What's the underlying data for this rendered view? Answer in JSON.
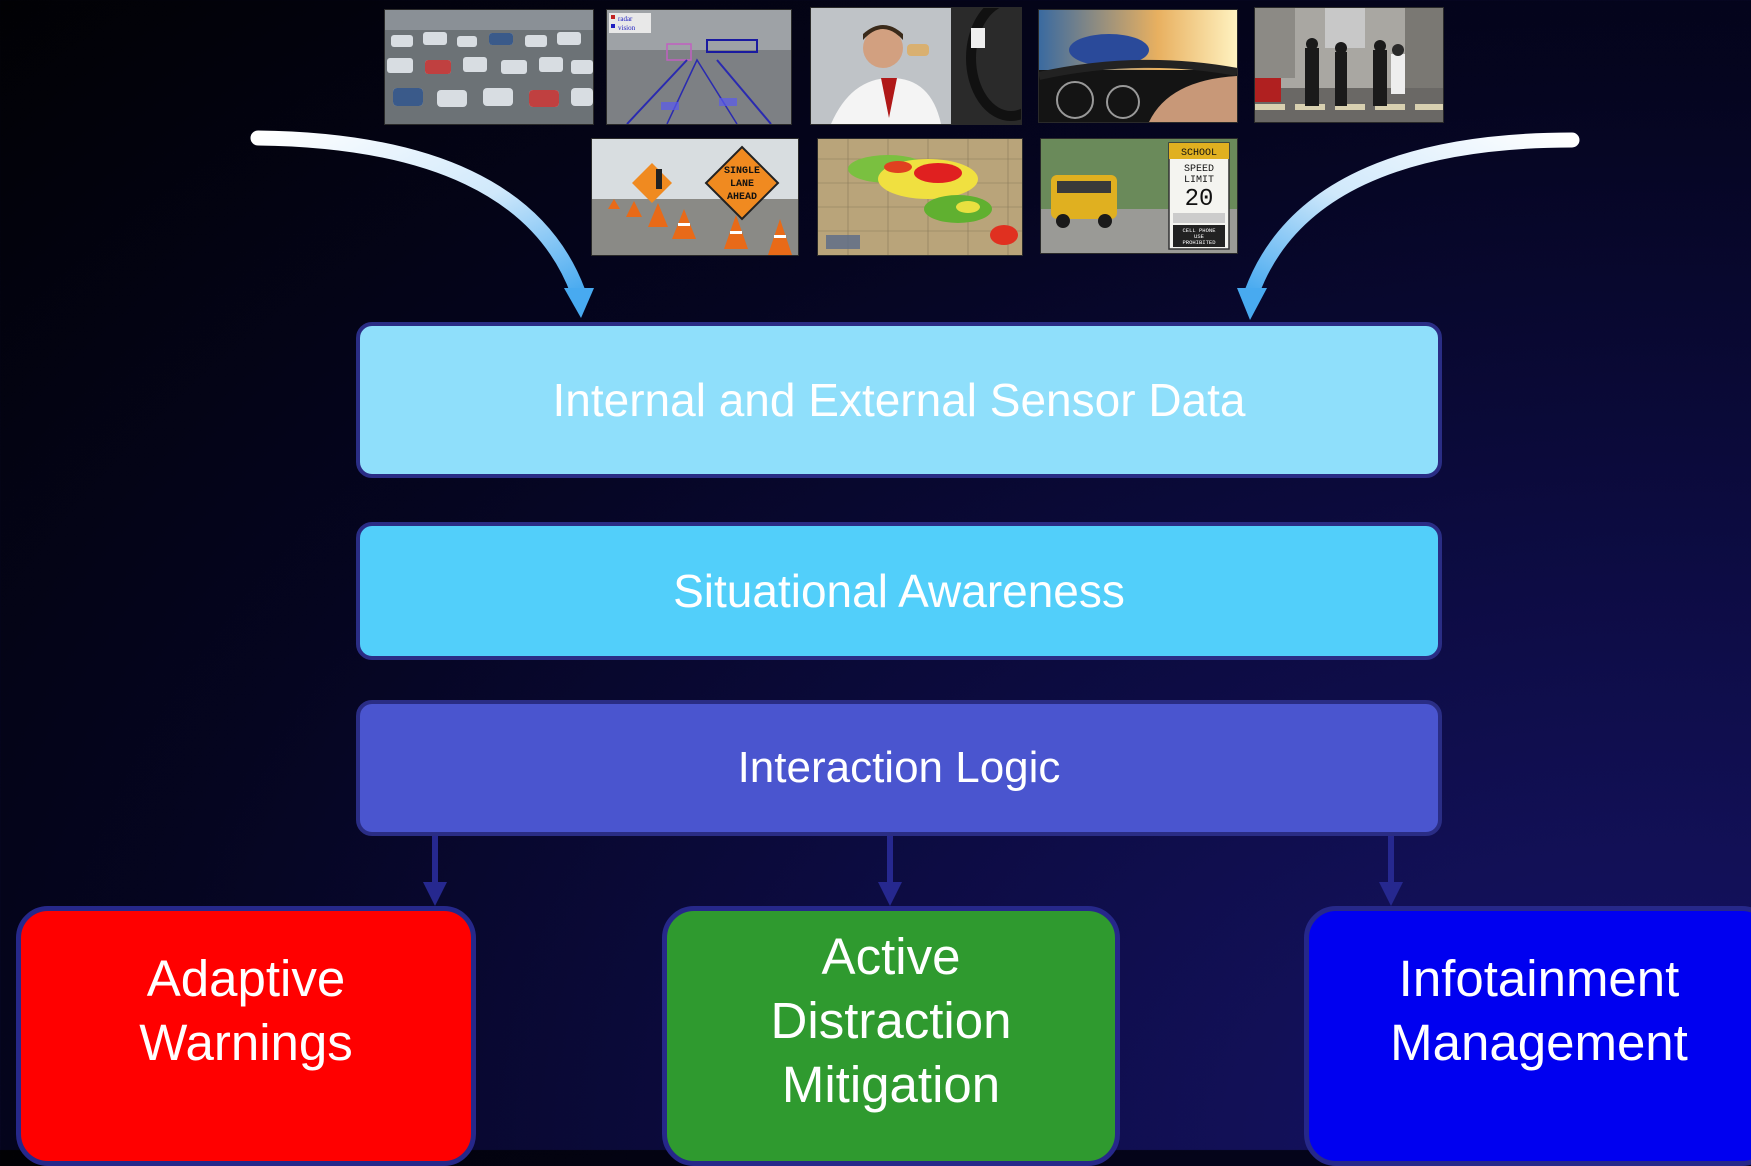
{
  "inputs": {
    "photos": [
      {
        "name": "traffic-jam-photo"
      },
      {
        "name": "radar-vision-photo",
        "labels": [
          "radar",
          "vision"
        ]
      },
      {
        "name": "distracted-driver-photo"
      },
      {
        "name": "speeding-dashboard-photo"
      },
      {
        "name": "pedestrian-crossing-photo"
      },
      {
        "name": "construction-zone-photo",
        "sign_text": [
          "SINGLE",
          "LANE",
          "AHEAD"
        ]
      },
      {
        "name": "weather-radar-map-photo"
      },
      {
        "name": "school-zone-photo",
        "sign_text": [
          "SCHOOL",
          "SPEED",
          "LIMIT",
          "20",
          "CELL PHONE",
          "USE",
          "PROHIBITED"
        ]
      }
    ]
  },
  "layers": {
    "sensor": {
      "label": "Internal and External Sensor Data",
      "color": "#8fdffb"
    },
    "awareness": {
      "label": "Situational Awareness",
      "color": "#52cffa"
    },
    "logic": {
      "label": "Interaction Logic",
      "color": "#4a55cf"
    }
  },
  "outcomes": {
    "warnings": {
      "lines": [
        "Adaptive",
        "Warnings"
      ],
      "color": "#ff0000"
    },
    "distraction": {
      "lines": [
        "Active",
        "Distraction",
        "Mitigation"
      ],
      "color": "#2f9a2f"
    },
    "infotainment": {
      "lines": [
        "Infotainment",
        "Management"
      ],
      "color": "#0000f0"
    }
  }
}
